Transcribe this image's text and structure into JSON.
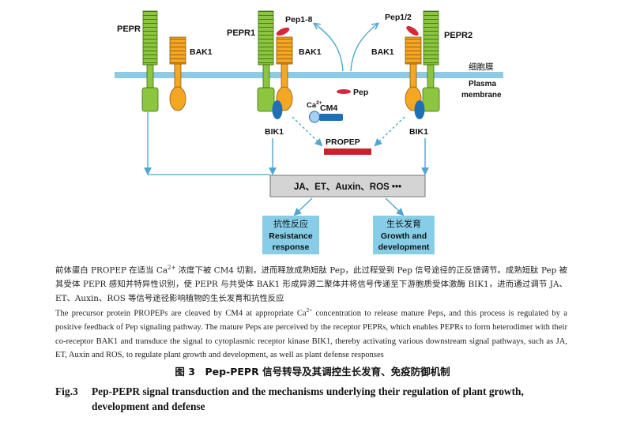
{
  "labels": {
    "pepr_left": "PEPR",
    "bak1_left": "BAK1",
    "pepr1": "PEPR1",
    "pep1_8": "Pep1-8",
    "bak1_mid": "BAK1",
    "pep1_2": "Pep1/2",
    "pepr2": "PEPR2",
    "bak1_right": "BAK1",
    "membrane_cn": "细胞膜",
    "membrane_en_1": "Plasma",
    "membrane_en_2": "membrane",
    "pep": "Pep",
    "ca": "Ca",
    "ca_sup": "2+",
    "cm4": "CM4",
    "bik1_left": "BIK1",
    "bik1_right": "BIK1",
    "propep": "PROPEP",
    "signals": "JA、ET、Auxin、ROS •••",
    "resistance_cn": "抗性反应",
    "resistance_en_1": "Resistance",
    "resistance_en_2": "response",
    "growth_cn": "生长发育",
    "growth_en_1": "Growth and",
    "growth_en_2": "development"
  },
  "colors": {
    "receptor_green": "#8cc63f",
    "bak_orange": "#f5a623",
    "membrane": "#8ecae6",
    "bik_blue": "#1f6fb5",
    "pep_red": "#d62839",
    "propep_red": "#c8232c",
    "signal_box": "#d4d4d4",
    "output_box": "#87cde8",
    "arrow_blue": "#4fa6cf"
  },
  "caption": {
    "cn_1": "前体蛋白 PROPEP 在适当 Ca",
    "cn_sup": "2+",
    "cn_2": " 浓度下被 CM4 切割，进而释放成熟短肽 Pep，此过程受到 Pep 信号途径的正反馈调节。成熟短肽 Pep 被其受体 PEPR 感知并特异性识别，使 PEPR 与共受体 BAK1 形成异源二聚体并将信号传递至下游胞质受体激酶 BIK1，进而通过调节 JA、ET、Auxin、ROS 等信号途径影响植物的生长发育和抗性反应",
    "en_1": "The precursor protein PROPEPs are cleaved by CM4 at appropriate Ca",
    "en_sup": "2+",
    "en_2": " concentration to release mature Peps, and this process is regulated by a positive feedback of Pep signaling pathway. The mature Peps are perceived by the receptor PEPRs, which enables PEPRs to form heterodimer with their co-receptor BAK1 and transduce the signal to cytoplasmic receptor kinase BIK1, thereby activating various downstream signal pathways, such as JA, ET, Auxin and ROS, to regulate plant growth and development, as well as plant defense responses"
  },
  "figure": {
    "title_cn": "图 3　Pep-PEPR 信号转导及其调控生长发育、免疫防御机制",
    "number_en": "Fig.3",
    "title_en": "Pep-PEPR signal transduction and the mechanisms underlying their regulation of plant growth, development and defense"
  }
}
